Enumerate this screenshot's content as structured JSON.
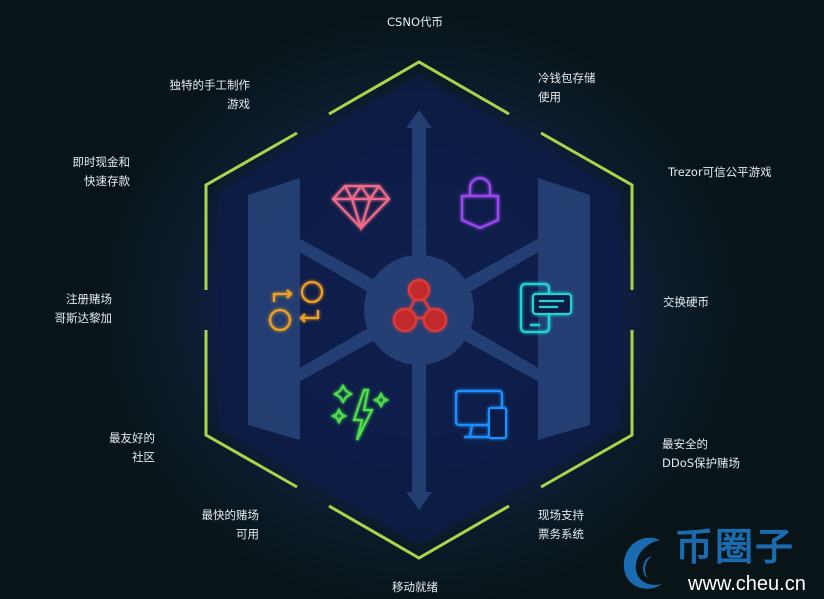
{
  "title": "CSNO代币",
  "features": {
    "top": "CSNO代币",
    "unique_games": [
      "独特的手工制作",
      "游戏"
    ],
    "cold_wallet": [
      "冷钱包存储",
      "使用"
    ],
    "instant_cash": [
      "即时现金和",
      "快速存款"
    ],
    "trezor": "Trezor可信公平游戏",
    "registered": [
      "注册赌场",
      "哥斯达黎加"
    ],
    "exchange": "交换硬币",
    "community": [
      "最友好的",
      "社区"
    ],
    "ddos": [
      "最安全的",
      "DDoS保护赌场"
    ],
    "fastest": [
      "最快的赌场",
      "可用"
    ],
    "support": [
      "现场支持",
      "票务系统"
    ],
    "bottom": "移动就绪"
  },
  "icons": [
    "diamond-icon",
    "lock-icon",
    "exchange-coins-icon",
    "network-users-icon",
    "chat-phone-icon",
    "lightning-icon",
    "devices-icon"
  ],
  "colors": {
    "hexagon": "#a8d64a",
    "diamond": "#f06a8a",
    "lock": "#9b45f0",
    "exchange": "#f0a020",
    "network": "#e03a3a",
    "chat": "#22d3d3",
    "lightning": "#4ee04a",
    "devices": "#1e90ff"
  },
  "watermark": {
    "brand": "币圈子",
    "url": "www.cheu.cn"
  }
}
